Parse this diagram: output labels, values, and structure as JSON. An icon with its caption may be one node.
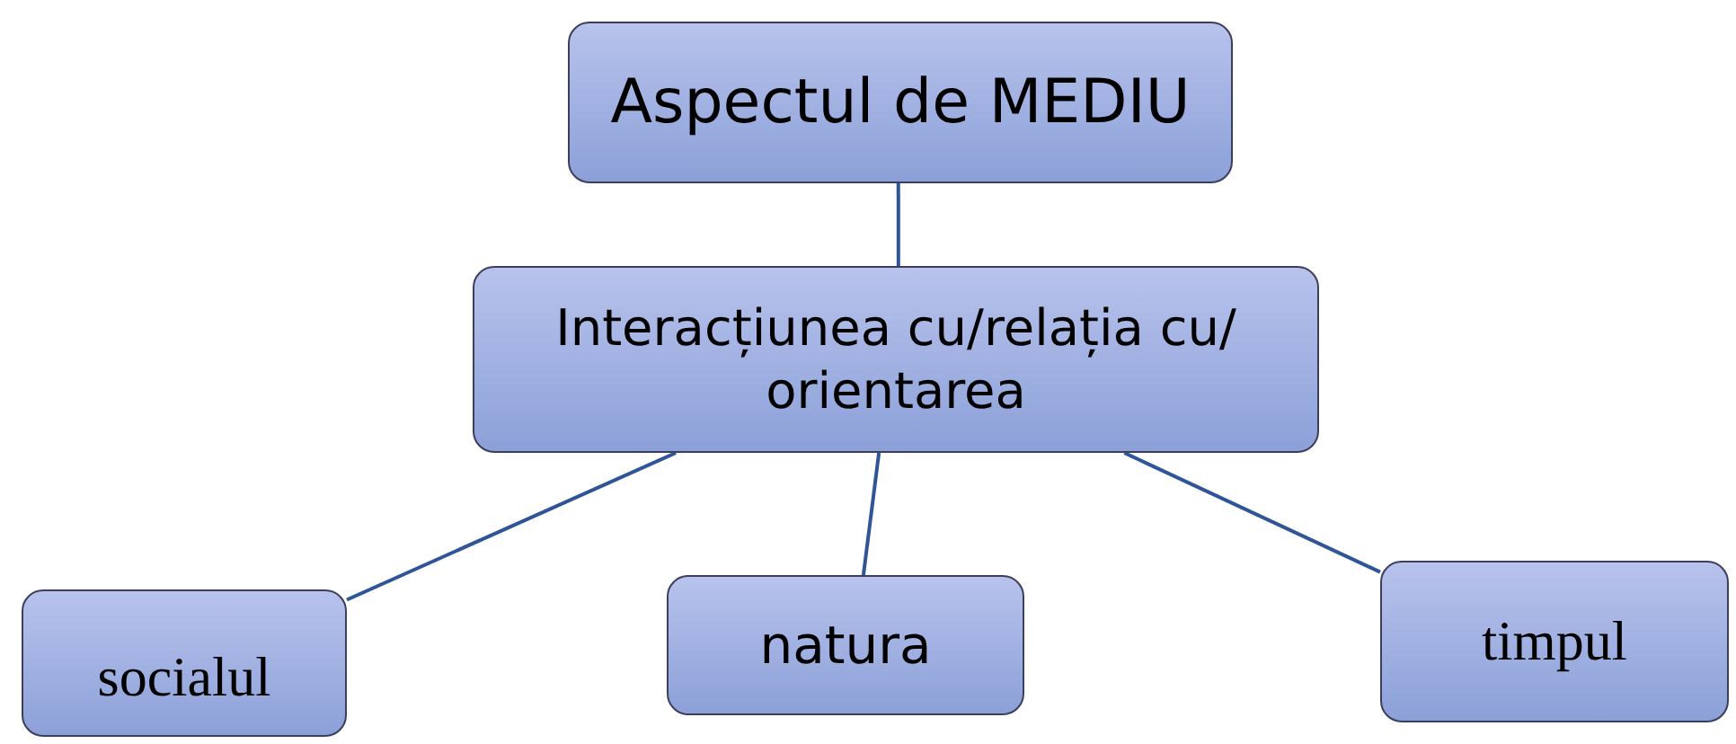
{
  "diagram": {
    "nodes": [
      {
        "text": [
          "Aspectul de MEDIU"
        ]
      },
      {
        "text": [
          "Interacțiunea cu/relația cu/ orientarea"
        ]
      },
      {
        "text": [
          "socialul"
        ]
      },
      {
        "text": [
          "natura"
        ]
      },
      {
        "text": [
          "timpul"
        ]
      }
    ],
    "edges": [
      {
        "from": 0,
        "to": 1,
        "arrow": "none"
      },
      {
        "from": 1,
        "to": 2,
        "arrow": "none"
      },
      {
        "from": 1,
        "to": 3,
        "arrow": "none"
      },
      {
        "from": 1,
        "to": 4,
        "arrow": "none"
      }
    ]
  }
}
